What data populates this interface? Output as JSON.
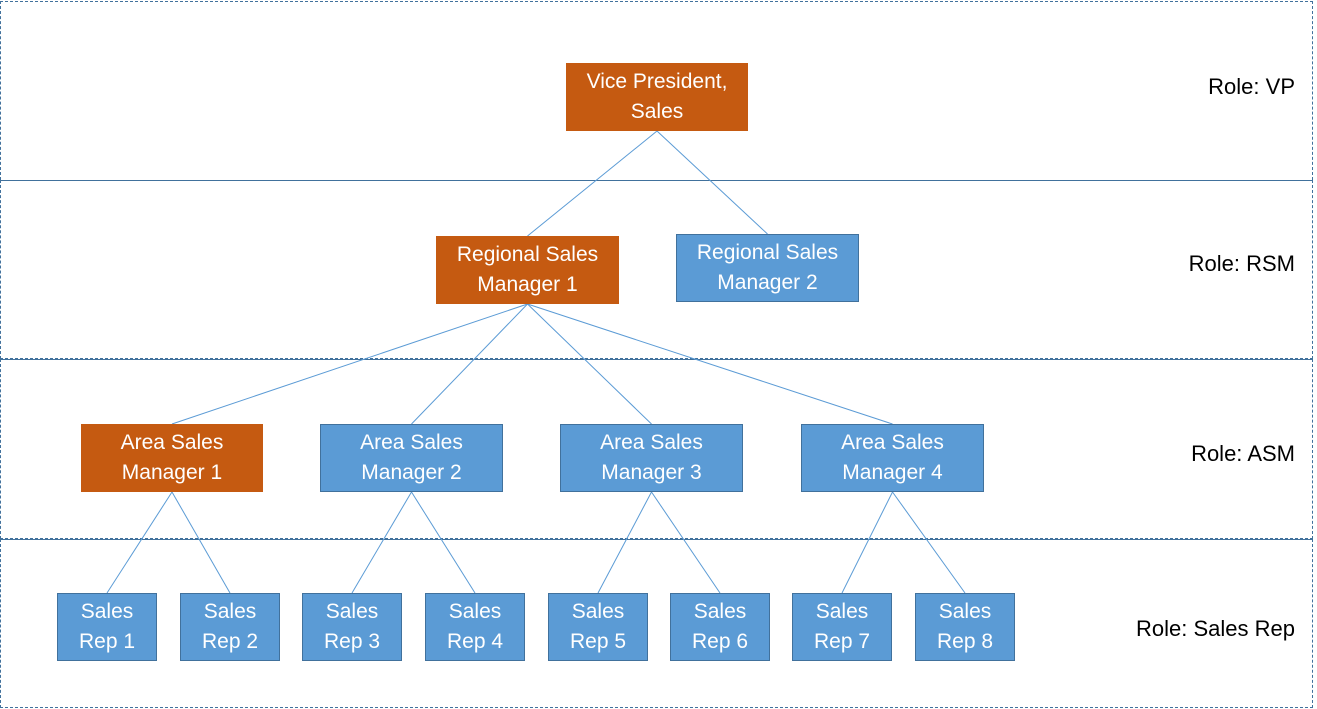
{
  "diagram": {
    "roles": [
      {
        "id": "vp",
        "label": "Role: VP"
      },
      {
        "id": "rsm",
        "label": "Role: RSM"
      },
      {
        "id": "asm",
        "label": "Role: ASM"
      },
      {
        "id": "rep",
        "label": "Role: Sales Rep"
      }
    ],
    "colors": {
      "highlight": "#c55a11",
      "normal": "#5b9bd5",
      "border": "#41719c",
      "line": "#5b9bd5"
    },
    "nodes": [
      {
        "id": "vp",
        "lines": [
          "Vice President,",
          "Sales"
        ],
        "role": "vp",
        "highlight": true,
        "parent": null
      },
      {
        "id": "rsm1",
        "lines": [
          "Regional Sales",
          "Manager 1"
        ],
        "role": "rsm",
        "highlight": true,
        "parent": "vp"
      },
      {
        "id": "rsm2",
        "lines": [
          "Regional Sales",
          "Manager 2"
        ],
        "role": "rsm",
        "highlight": false,
        "parent": "vp"
      },
      {
        "id": "asm1",
        "lines": [
          "Area Sales",
          "Manager 1"
        ],
        "role": "asm",
        "highlight": true,
        "parent": "rsm1"
      },
      {
        "id": "asm2",
        "lines": [
          "Area Sales",
          "Manager 2"
        ],
        "role": "asm",
        "highlight": false,
        "parent": "rsm1"
      },
      {
        "id": "asm3",
        "lines": [
          "Area Sales",
          "Manager 3"
        ],
        "role": "asm",
        "highlight": false,
        "parent": "rsm1"
      },
      {
        "id": "asm4",
        "lines": [
          "Area Sales",
          "Manager 4"
        ],
        "role": "asm",
        "highlight": false,
        "parent": "rsm1"
      },
      {
        "id": "rep1",
        "lines": [
          "Sales",
          "Rep 1"
        ],
        "role": "rep",
        "highlight": false,
        "parent": "asm1"
      },
      {
        "id": "rep2",
        "lines": [
          "Sales",
          "Rep 2"
        ],
        "role": "rep",
        "highlight": false,
        "parent": "asm1"
      },
      {
        "id": "rep3",
        "lines": [
          "Sales",
          "Rep 3"
        ],
        "role": "rep",
        "highlight": false,
        "parent": "asm2"
      },
      {
        "id": "rep4",
        "lines": [
          "Sales",
          "Rep 4"
        ],
        "role": "rep",
        "highlight": false,
        "parent": "asm2"
      },
      {
        "id": "rep5",
        "lines": [
          "Sales",
          "Rep 5"
        ],
        "role": "rep",
        "highlight": false,
        "parent": "asm3"
      },
      {
        "id": "rep6",
        "lines": [
          "Sales",
          "Rep 6"
        ],
        "role": "rep",
        "highlight": false,
        "parent": "asm3"
      },
      {
        "id": "rep7",
        "lines": [
          "Sales",
          "Rep 7"
        ],
        "role": "rep",
        "highlight": false,
        "parent": "asm4"
      },
      {
        "id": "rep8",
        "lines": [
          "Sales",
          "Rep 8"
        ],
        "role": "rep",
        "highlight": false,
        "parent": "asm4"
      }
    ]
  }
}
